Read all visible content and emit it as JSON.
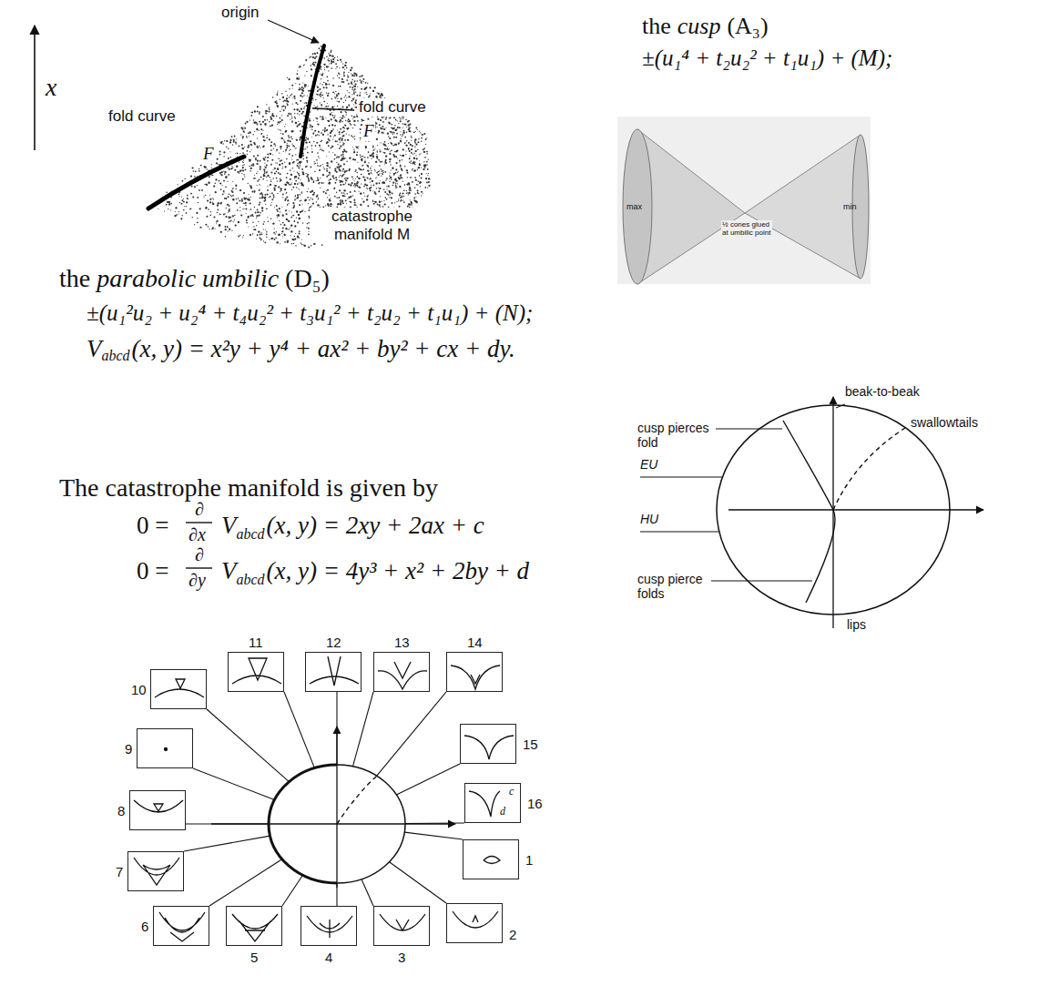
{
  "diagram": {
    "nodes": [
      {
        "text": [
          "1"
        ]
      },
      {
        "text": [
          "2"
        ]
      },
      {
        "text": [
          "3"
        ]
      },
      {
        "text": [
          "4"
        ]
      },
      {
        "text": [
          "5"
        ]
      },
      {
        "text": [
          "6"
        ]
      },
      {
        "text": [
          "7"
        ]
      },
      {
        "text": [
          "8"
        ]
      },
      {
        "text": [
          "9"
        ]
      },
      {
        "text": [
          "10"
        ]
      },
      {
        "text": [
          "11"
        ]
      },
      {
        "text": [
          "12"
        ]
      },
      {
        "text": [
          "13"
        ]
      },
      {
        "text": [
          "14"
        ]
      },
      {
        "text": [
          "15"
        ]
      },
      {
        "text": [
          "16",
          "c",
          "d"
        ]
      }
    ],
    "labels": [
      "origin",
      "fold curve",
      "F",
      "fold curve",
      "F",
      "x",
      "catastrophe manifold M",
      "the",
      "cusp",
      "(A₃)",
      "±(u₁⁴ + t₂u₂² + t₁u₁) + (M);",
      "max",
      "min",
      "½ cones glued at umbilic point",
      "the",
      "parabolic umbilic",
      "(D₅)",
      "±(u₁²u₂ + u₂⁴ + t₄u₂² + t₃u₁² + t₂u₂ + t₁u₁) + (N);",
      "V",
      "abcd",
      "(x, y) = x²y + y⁴ + ax² + by² + cx + dy.",
      "The catastrophe manifold is given by",
      "0 =",
      "∂",
      "∂x",
      "V",
      "abcd",
      "(x, y) = 2xy + 2ax + c",
      "0 =",
      "∂",
      "∂y",
      "V",
      "abcd",
      "(x, y) = 4y³ + x² + 2by + d",
      "beak-to-beak",
      "swallowtails",
      "cusp pierces fold",
      "EU",
      "HU",
      "cusp pierce folds",
      "lips"
    ]
  }
}
